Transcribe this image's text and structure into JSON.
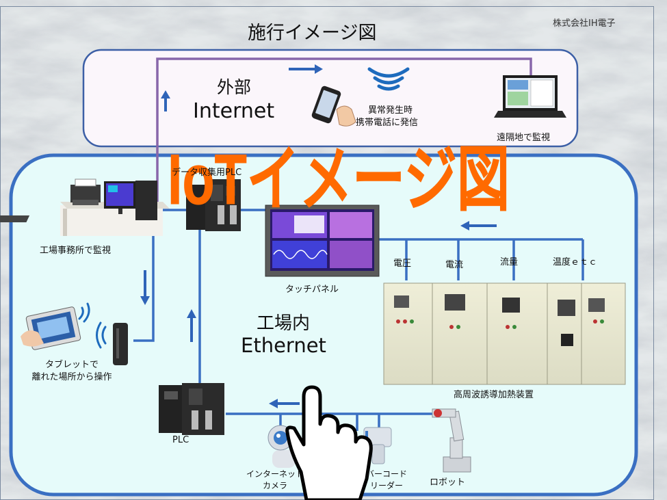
{
  "header": {
    "title": "施行イメージ図",
    "company": "株式会社IH電子"
  },
  "overlay_title": "IoTイメージ図",
  "external": {
    "name": "外部",
    "network": "Internet",
    "alert_line1": "異常発生時",
    "alert_line2": "携帯電話に発信",
    "remote_monitor": "遠隔地で監視"
  },
  "factory": {
    "name": "工場内",
    "network": "Ethernet",
    "collector_plc": "データ収集用PLC",
    "office_monitor": "工場事務所で監視",
    "tablet_line1": "タブレットで",
    "tablet_line2": "離れた場所から操作",
    "touch_panel": "タッチパネル",
    "plc": "PLC",
    "camera_line1": "インターネット",
    "camera_line2": "カメラ",
    "barcode_line1": "バーコード",
    "barcode_line2": "リーダー",
    "robot": "ロボット",
    "equipment": "高周波誘導加熱装置"
  },
  "measurements": [
    "電圧",
    "電流",
    "流量",
    "温度ｅｔｃ"
  ],
  "colors": {
    "line_blue": "#3a6fc2",
    "line_purple": "#8866aa",
    "overlay_orange": "#ff6a00",
    "factory_fill": "#e6fbfa",
    "external_fill": "#fbf6fb"
  },
  "icons": [
    "printer-icon",
    "desktop-computer-icon",
    "plc-icon",
    "touch-panel-icon",
    "smartphone-icon",
    "wifi-icon",
    "laptop-icon",
    "tablet-icon",
    "router-icon",
    "network-camera-icon",
    "barcode-reader-icon",
    "robot-arm-icon",
    "pointing-hand-icon",
    "control-cabinet-icon"
  ]
}
